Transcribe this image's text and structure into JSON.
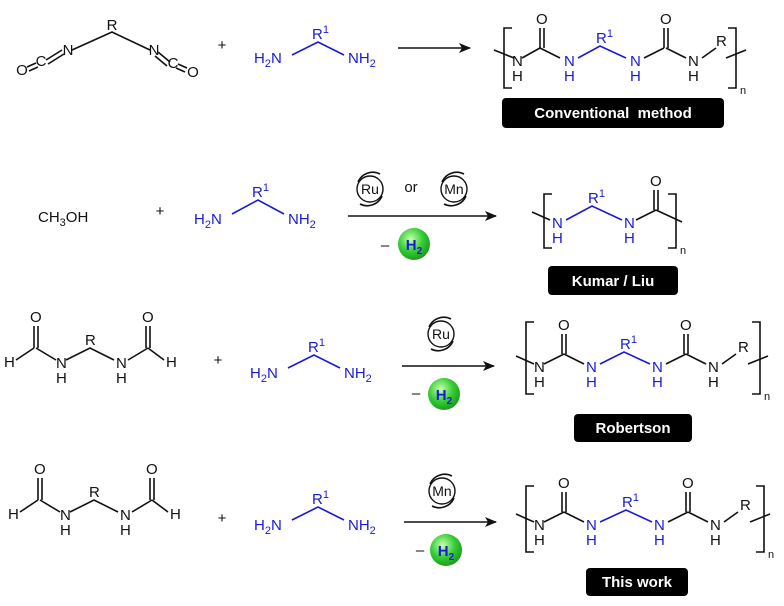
{
  "colors": {
    "reagent_blue": "#1a1ad6",
    "hydrogen_green": "#33cc33",
    "label_bg": "#000000"
  },
  "atoms": {
    "R": "R",
    "R1": "R",
    "sup1": "1",
    "N": "N",
    "H": "H",
    "O": "O",
    "C": "C",
    "H2N": "H2N",
    "NH2": "NH2",
    "NH": "N",
    "n": "n",
    "ch3oh": "CH3OH",
    "plus": "+",
    "or": "or",
    "minus": "–",
    "H2": "H2"
  },
  "catalysts": {
    "ru": "Ru",
    "mn": "Mn"
  },
  "rows": [
    {
      "label": "Conventional  method"
    },
    {
      "label": "Kumar / Liu"
    },
    {
      "label": "Robertson"
    },
    {
      "label": "This work"
    }
  ]
}
